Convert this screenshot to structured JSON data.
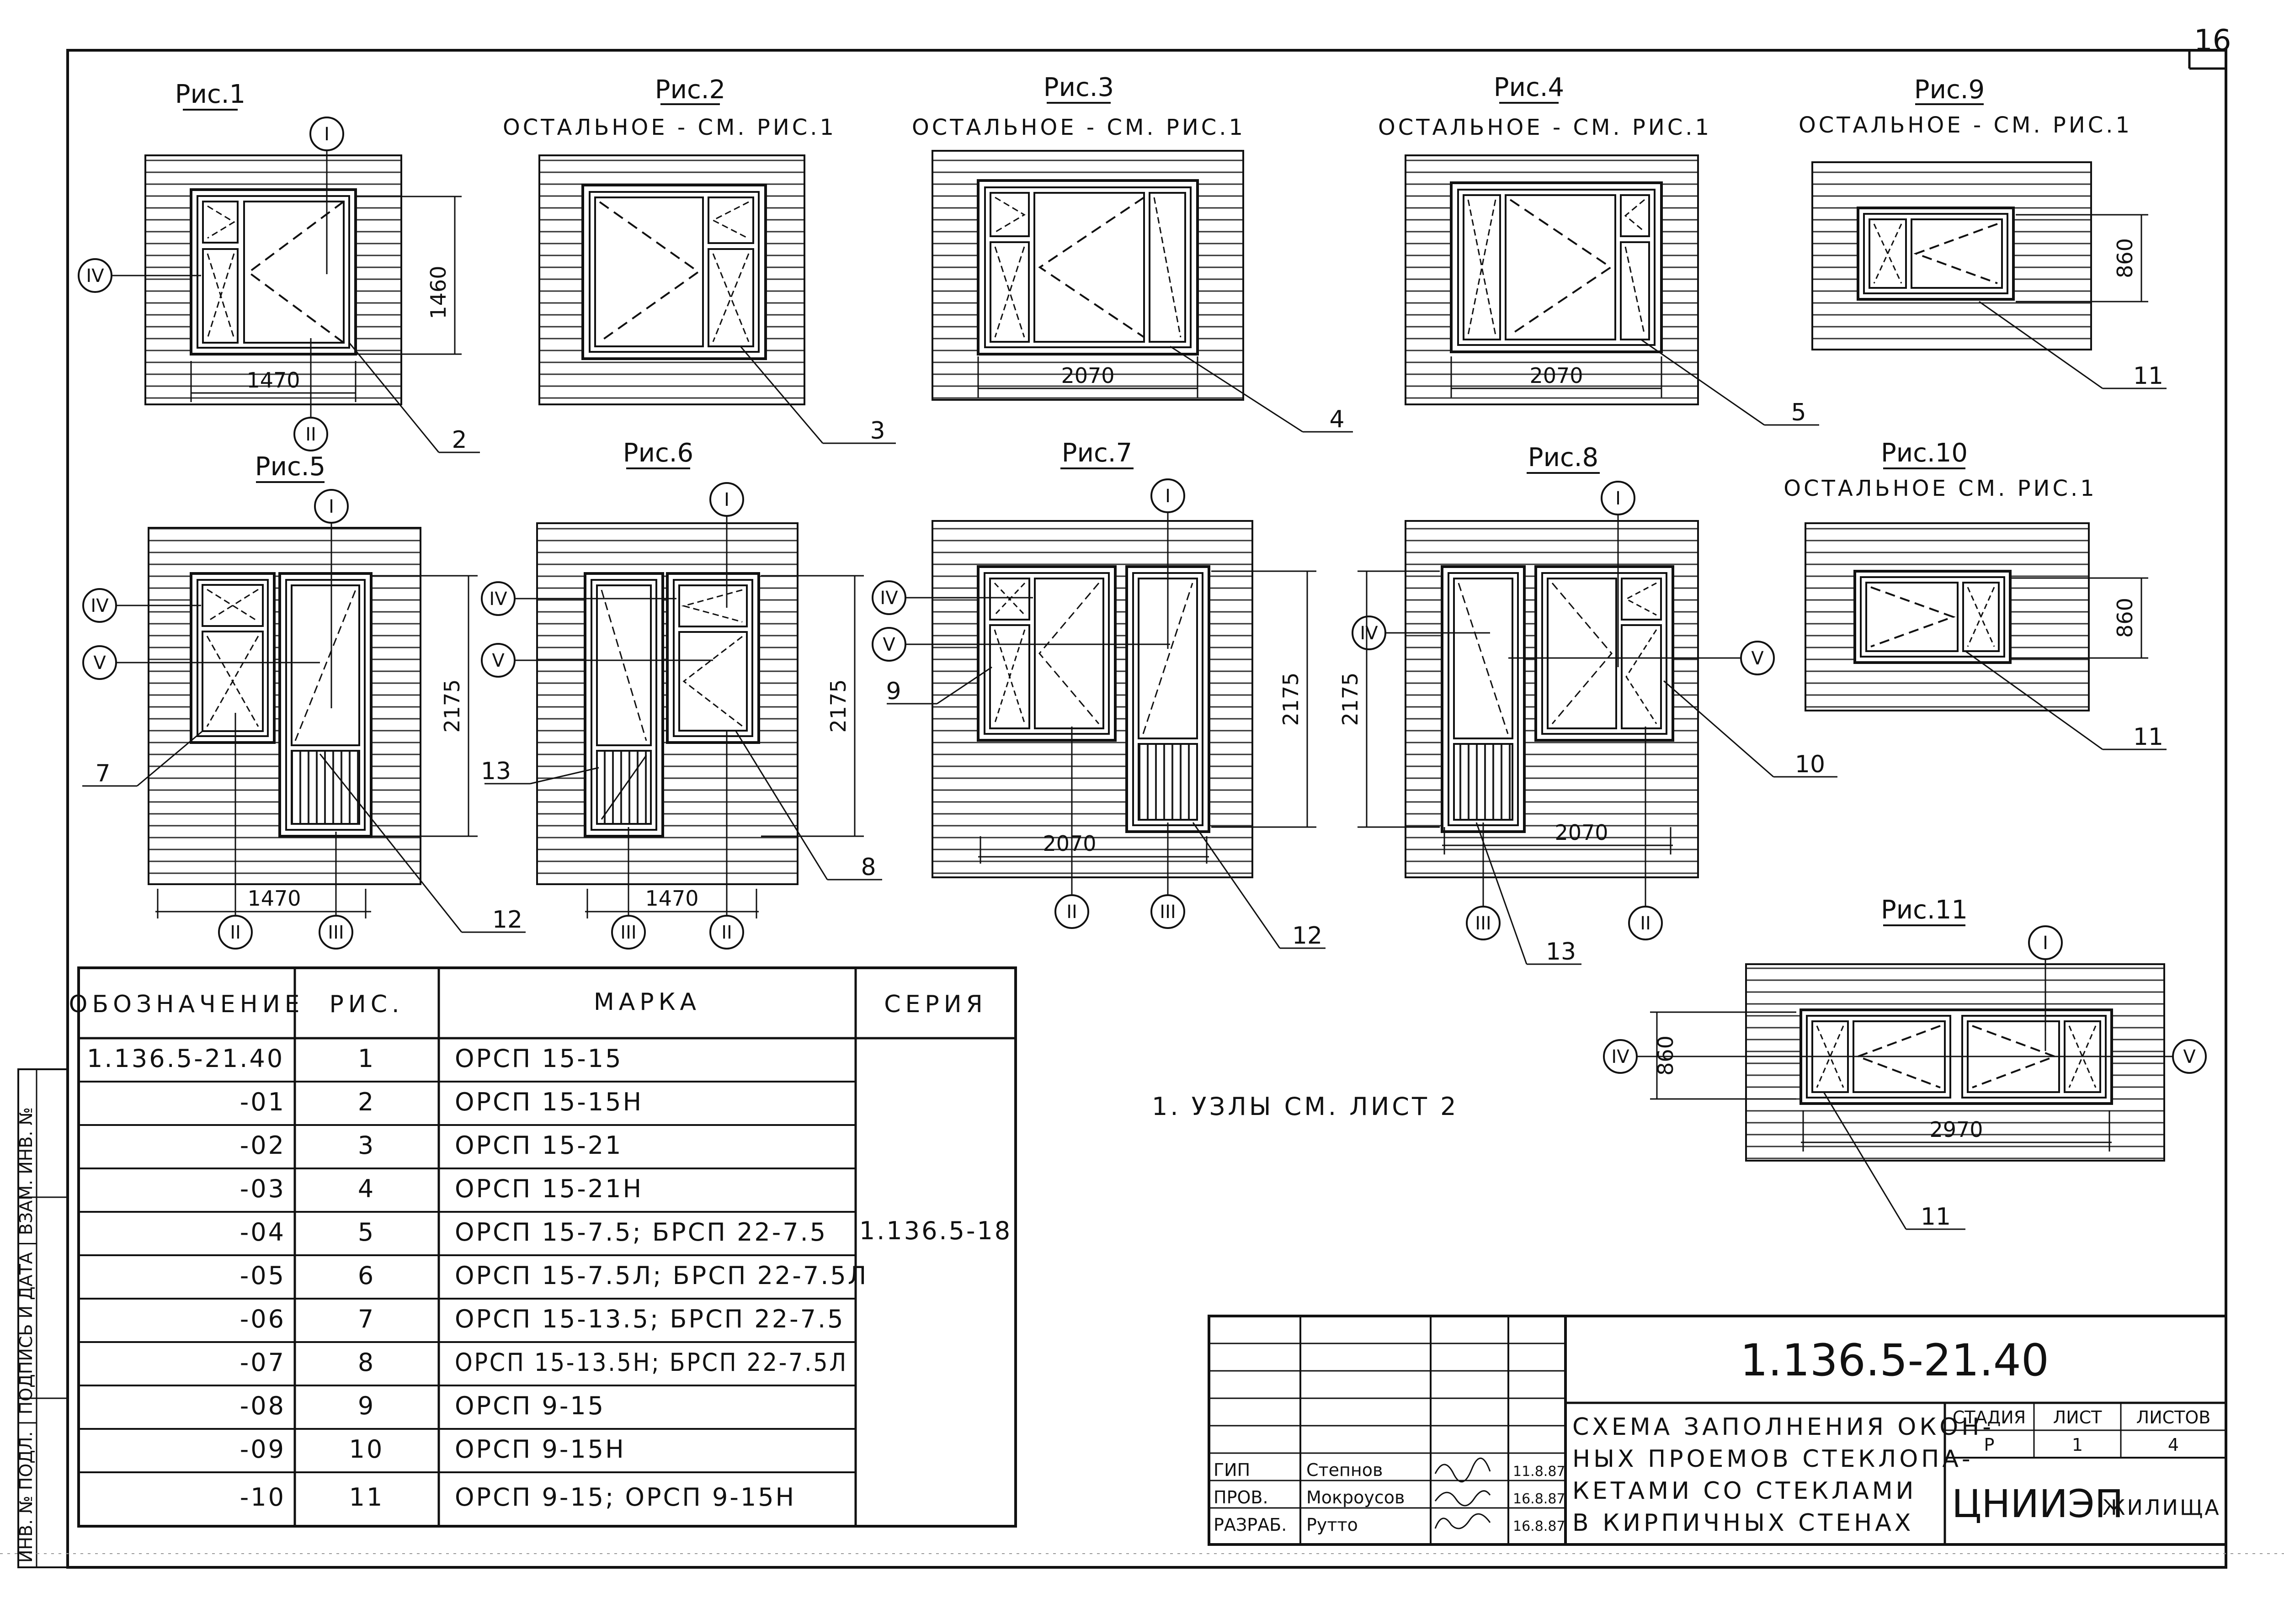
{
  "sheet_number": "16",
  "figures": [
    {
      "id": "fig1",
      "title": "Рис.1",
      "note": "",
      "width_dim": "1470",
      "height_dim": "1460",
      "markers": [
        "I",
        "II",
        "IV"
      ],
      "callout": "2"
    },
    {
      "id": "fig2",
      "title": "Рис.2",
      "note": "ОСТАЛЬНОЕ - СМ. РИС.1",
      "width_dim": "",
      "height_dim": "",
      "markers": [],
      "callout": "3"
    },
    {
      "id": "fig3",
      "title": "Рис.3",
      "note": "ОСТАЛЬНОЕ - СМ. РИС.1",
      "width_dim": "2070",
      "height_dim": "",
      "markers": [],
      "callout": "4"
    },
    {
      "id": "fig4",
      "title": "Рис.4",
      "note": "ОСТАЛЬНОЕ - СМ. РИС.1",
      "width_dim": "2070",
      "height_dim": "",
      "markers": [],
      "callout": "5"
    },
    {
      "id": "fig9",
      "title": "Рис.9",
      "note": "ОСТАЛЬНОЕ - СМ. РИС.1",
      "width_dim": "",
      "height_dim": "860",
      "markers": [],
      "callout": "11"
    },
    {
      "id": "fig5",
      "title": "Рис.5",
      "note": "",
      "width_dim": "1470",
      "height_dim": "2175",
      "markers": [
        "I",
        "IV",
        "V",
        "II",
        "III"
      ],
      "callout": "7",
      "callout2": "12"
    },
    {
      "id": "fig6",
      "title": "Рис.6",
      "note": "",
      "width_dim": "1470",
      "height_dim": "2175",
      "markers": [
        "I",
        "IV",
        "V",
        "III",
        "II"
      ],
      "callout": "13",
      "callout2": "8"
    },
    {
      "id": "fig7",
      "title": "Рис.7",
      "note": "",
      "width_dim": "2070",
      "height_dim": "2175",
      "markers": [
        "I",
        "IV",
        "V",
        "II",
        "III"
      ],
      "callout": "9",
      "callout2": "12"
    },
    {
      "id": "fig8",
      "title": "Рис.8",
      "note": "",
      "width_dim": "2070",
      "height_dim": "2175",
      "markers": [
        "I",
        "IV",
        "V",
        "III",
        "II"
      ],
      "callout": "10",
      "callout2": "13"
    },
    {
      "id": "fig10",
      "title": "Рис.10",
      "note": "ОСТАЛЬНОЕ СМ. РИС.1",
      "width_dim": "",
      "height_dim": "860",
      "markers": [],
      "callout": "11"
    },
    {
      "id": "fig11",
      "title": "Рис.11",
      "note": "",
      "width_dim": "2970",
      "height_dim": "860",
      "markers": [
        "I",
        "IV",
        "V"
      ],
      "callout": "11"
    }
  ],
  "spec_table": {
    "headers": [
      "ОБОЗНАЧЕНИЕ",
      "РИС.",
      "МАРКА",
      "СЕРИЯ"
    ],
    "rows": [
      {
        "designation": "1.136.5-21.40",
        "fig": "1",
        "mark": "ОРСП 15-15"
      },
      {
        "designation": "-01",
        "fig": "2",
        "mark": "ОРСП 15-15Н"
      },
      {
        "designation": "-02",
        "fig": "3",
        "mark": "ОРСП 15-21"
      },
      {
        "designation": "-03",
        "fig": "4",
        "mark": "ОРСП 15-21Н"
      },
      {
        "designation": "-04",
        "fig": "5",
        "mark": "ОРСП 15-7.5; БРСП 22-7.5"
      },
      {
        "designation": "-05",
        "fig": "6",
        "mark": "ОРСП 15-7.5Л; БРСП 22-7.5Л"
      },
      {
        "designation": "-06",
        "fig": "7",
        "mark": "ОРСП 15-13.5; БРСП 22-7.5"
      },
      {
        "designation": "-07",
        "fig": "8",
        "mark": "ОРСП 15-13.5Н; БРСП 22-7.5Л"
      },
      {
        "designation": "-08",
        "fig": "9",
        "mark": "ОРСП 9-15"
      },
      {
        "designation": "-09",
        "fig": "10",
        "mark": "ОРСП 9-15Н"
      },
      {
        "designation": "-10",
        "fig": "11",
        "mark": "ОРСП 9-15; ОРСП 9-15Н"
      }
    ],
    "series": "1.136.5-18"
  },
  "note": "1. УЗЛЫ СМ. ЛИСТ 2",
  "side_stamp": "ИНВ. № ПОДЛ. | ПОДПИСЬ И ДАТА | ВЗАМ. ИНВ. №",
  "title_block": {
    "code": "1.136.5-21.40",
    "title_lines": [
      "СХЕМА ЗАПОЛНЕНИЯ ОКОН-",
      "НЫХ ПРОЕМОВ СТЕКЛОПА-",
      "КЕТАМИ СО СТЕКЛАМИ",
      "В КИРПИЧНЫХ СТЕНАХ"
    ],
    "stage_label": "СТАДИЯ",
    "sheet_label": "ЛИСТ",
    "sheets_label": "ЛИСТОВ",
    "stage": "Р",
    "sheet": "1",
    "sheets": "4",
    "org_main": "ЦНИИЭП",
    "org_sub": "ЖИЛИЩА",
    "people": [
      {
        "role": "ГИП",
        "name": "Степнов",
        "date": "11.8.87"
      },
      {
        "role": "ПРОВ.",
        "name": "Мокроусов",
        "date": "16.8.87"
      },
      {
        "role": "РАЗРАБ.",
        "name": "Рутто",
        "date": "16.8.87"
      }
    ]
  }
}
